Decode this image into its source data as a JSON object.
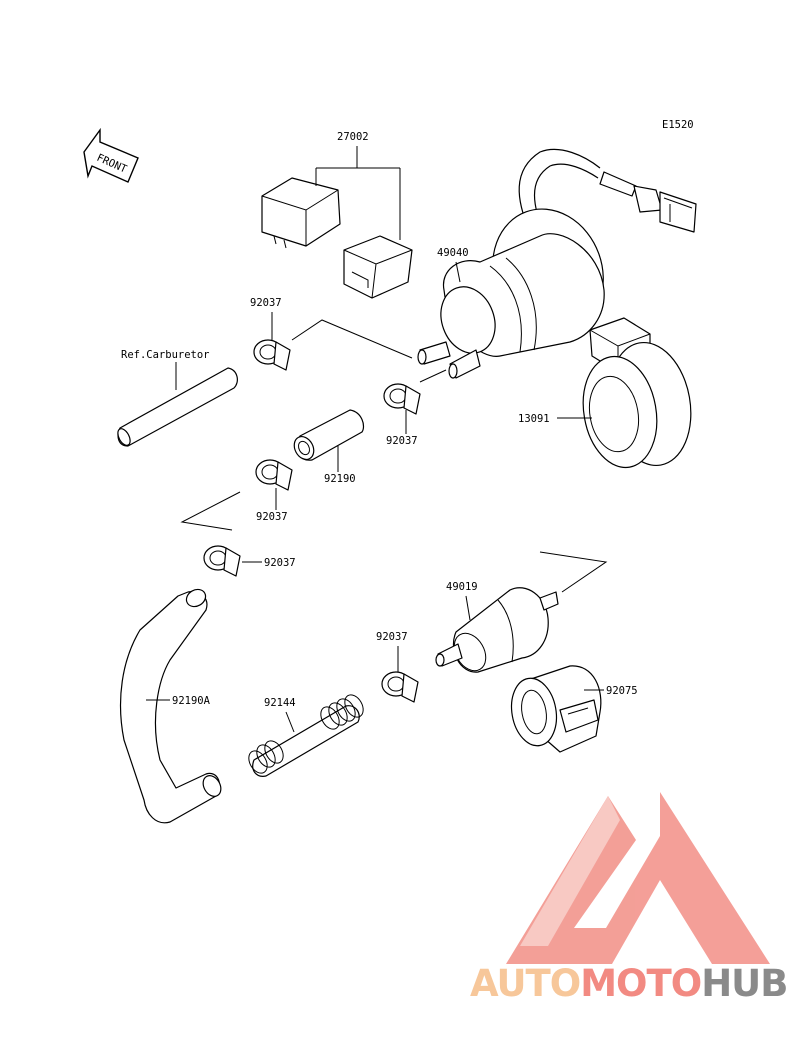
{
  "diagram_code": "E1520",
  "front_label": "FRONT",
  "parts": {
    "relay": "27002",
    "fuel_pump": "49040",
    "pump_band": "13091",
    "clamp_a": "92037",
    "clamp_b": "92037",
    "clamp_c": "92037",
    "clamp_d": "92037",
    "clamp_e": "92037",
    "hose_short": "92190",
    "hose_long": "92190A",
    "carb_ref": "Ref.Carburetor",
    "fuel_filter": "49019",
    "spring": "92144",
    "filter_band": "92075"
  },
  "watermark": {
    "part1": "AUTO",
    "part2": "MOTO",
    "part3": "HUB",
    "color_light": "#f7c79a",
    "color_mid": "#f28a82",
    "color_dark": "#8a8a8a"
  }
}
